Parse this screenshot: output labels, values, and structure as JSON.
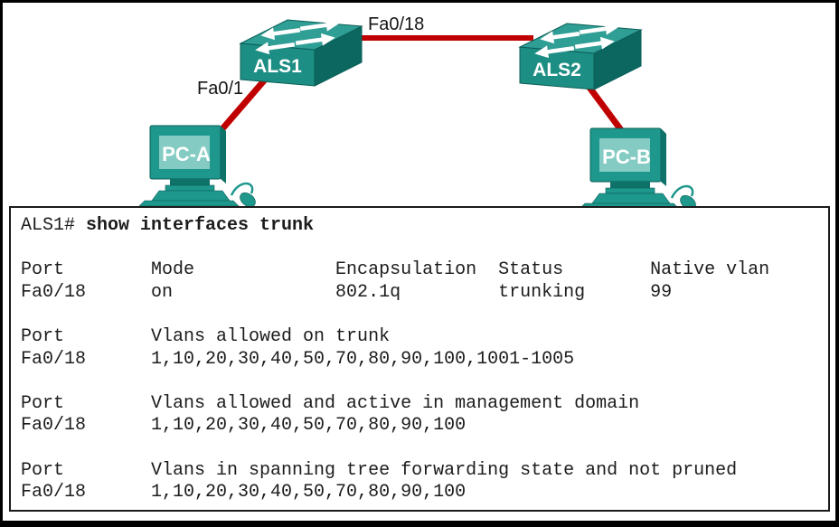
{
  "diagram": {
    "switch1_label": "ALS1",
    "switch2_label": "ALS2",
    "pc1_label": "PC-A",
    "pc2_label": "PC-B",
    "trunk_port_label": "Fa0/18",
    "access_port_label": "Fa0/1"
  },
  "terminal": {
    "prompt": "ALS1# ",
    "command": "show interfaces trunk",
    "lines": [
      "",
      "Port        Mode             Encapsulation  Status        Native vlan",
      "Fa0/18      on               802.1q         trunking      99",
      "",
      "Port        Vlans allowed on trunk",
      "Fa0/18      1,10,20,30,40,50,70,80,90,100,1001-1005",
      "",
      "Port        Vlans allowed and active in management domain",
      "Fa0/18      1,10,20,30,40,50,70,80,90,100",
      "",
      "Port        Vlans in spanning tree forwarding state and not pruned",
      "Fa0/18      1,10,20,30,40,50,70,80,90,100"
    ]
  },
  "colors": {
    "link": "#c00000",
    "switch_top": "#2f9e94",
    "switch_front": "#1d8e83",
    "switch_side": "#0b675f",
    "arrow": "#ffffff",
    "pc_body": "#1e978c",
    "pc_dark": "#0f7268",
    "pc_screen": "#84ccc3"
  }
}
